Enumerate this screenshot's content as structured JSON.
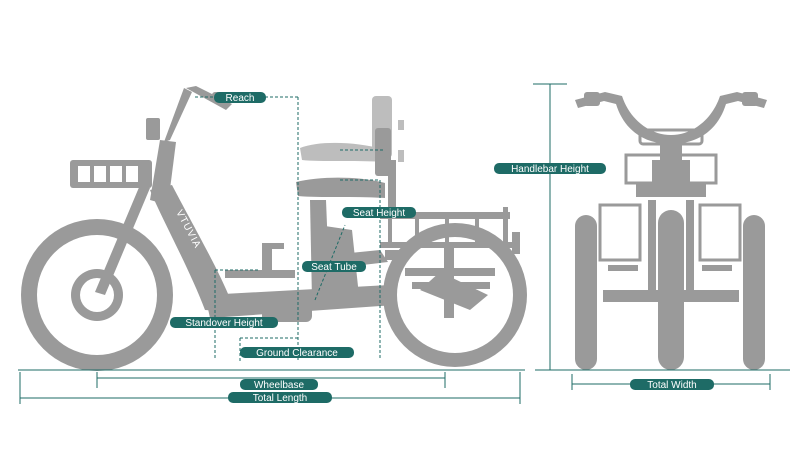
{
  "brand": "VTUVIA",
  "side_view": {
    "labels": {
      "reach": "Reach",
      "seat_height": "Seat Height",
      "seat_tube": "Seat Tube",
      "standover_height": "Standover Height",
      "ground_clearance": "Ground Clearance",
      "wheelbase": "Wheelbase",
      "total_length": "Total Length"
    }
  },
  "front_view": {
    "labels": {
      "handlebar_height": "Handlebar Height",
      "total_width": "Total Width"
    }
  },
  "colors": {
    "dimension": "#1e6b66",
    "frame": "#9a9a9a",
    "background": "#ffffff"
  }
}
